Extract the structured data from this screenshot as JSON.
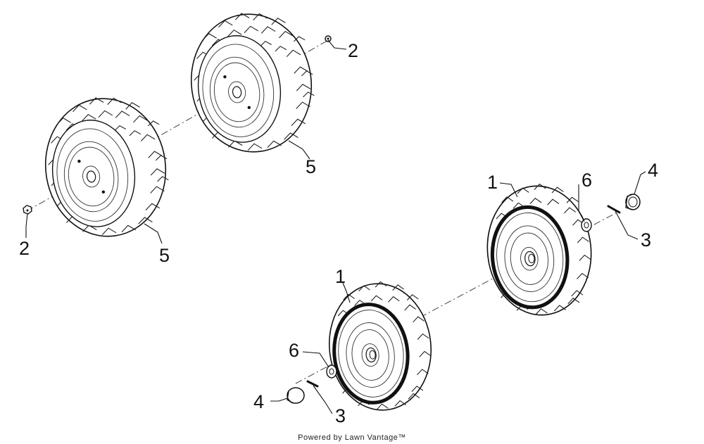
{
  "diagram": {
    "callouts": [
      {
        "id": "c-2-top",
        "text": "2"
      },
      {
        "id": "c-5-top",
        "text": "5"
      },
      {
        "id": "c-2-left",
        "text": "2"
      },
      {
        "id": "c-5-left",
        "text": "5"
      },
      {
        "id": "c-1-right",
        "text": "1"
      },
      {
        "id": "c-6-right",
        "text": "6"
      },
      {
        "id": "c-4-right",
        "text": "4"
      },
      {
        "id": "c-3-right",
        "text": "3"
      },
      {
        "id": "c-1-front",
        "text": "1"
      },
      {
        "id": "c-6-front",
        "text": "6"
      },
      {
        "id": "c-4-front",
        "text": "4"
      },
      {
        "id": "c-3-front",
        "text": "3"
      }
    ],
    "footer": "Powered by Lawn Vantage™"
  }
}
